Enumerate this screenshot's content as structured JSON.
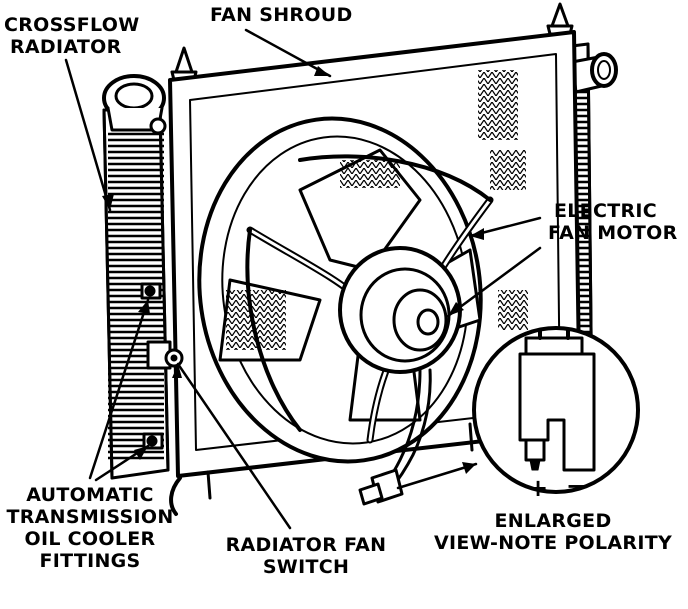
{
  "labels": {
    "crossflow_radiator": [
      "CROSSFLOW",
      "RADIATOR"
    ],
    "fan_shroud": "FAN SHROUD",
    "electric_fan_motor": [
      "ELECTRIC",
      "FAN MOTOR"
    ],
    "automatic_transmission": [
      "AUTOMATIC",
      "TRANSMISSION",
      "OIL COOLER",
      "FITTINGS"
    ],
    "radiator_fan_switch": [
      "RADIATOR FAN",
      "SWITCH"
    ],
    "enlarged_view": [
      "ENLARGED",
      "VIEW-NOTE POLARITY"
    ],
    "polarity_plus": "+",
    "polarity_minus": "−"
  },
  "colors": {
    "ink": "#000000",
    "paper": "#ffffff"
  }
}
